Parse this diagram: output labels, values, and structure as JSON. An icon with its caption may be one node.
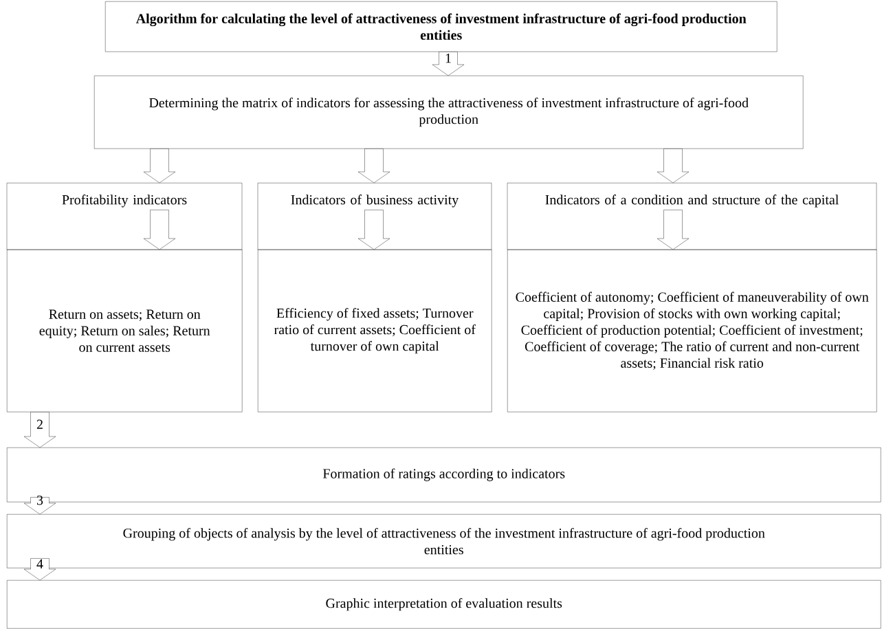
{
  "diagram": {
    "nodes": [
      {
        "text": [
          "Algorithm for calculating the level of attractiveness of investment infrastructure of agri-food production entities"
        ]
      },
      {
        "text": [
          "Determining the matrix of indicators for assessing the attractiveness of investment infrastructure of agri-food production"
        ]
      },
      {
        "text": [
          "Profitability indicators"
        ]
      },
      {
        "text": [
          "Indicators of business activity"
        ]
      },
      {
        "text": [
          "Indicators of a condition and structure of the capital"
        ]
      },
      {
        "text": [
          "Return on assets; Return on equity; Return on sales; Return on current assets"
        ]
      },
      {
        "text": [
          "Efficiency of fixed assets; Turnover ratio of current assets; Coefficient of turnover of own capital"
        ]
      },
      {
        "text": [
          "Coefficient of autonomy; Coefficient of maneuverability of own capital; Provision of stocks with own working capital; Coefficient of production potential; Coefficient of investment; Coefficient of coverage; The ratio of current and non-current assets; Financial risk ratio"
        ]
      },
      {
        "text": [
          "Formation of ratings according to indicators"
        ]
      },
      {
        "text": [
          "Grouping of objects of analysis by the level of attractiveness of the investment infrastructure of agri-food production entities"
        ]
      },
      {
        "text": [
          "Graphic interpretation of evaluation results"
        ]
      }
    ],
    "edges": [
      {
        "from": 0,
        "to": 1,
        "arrow": "to",
        "label": "1"
      },
      {
        "from": 1,
        "to": 2,
        "arrow": "to"
      },
      {
        "from": 1,
        "to": 3,
        "arrow": "to"
      },
      {
        "from": 1,
        "to": 4,
        "arrow": "to"
      },
      {
        "from": 2,
        "to": 5,
        "arrow": "to"
      },
      {
        "from": 3,
        "to": 6,
        "arrow": "to"
      },
      {
        "from": 4,
        "to": 7,
        "arrow": "to"
      },
      {
        "from": 5,
        "to": 8,
        "arrow": "to",
        "label": "2"
      },
      {
        "from": 8,
        "to": 9,
        "arrow": "to",
        "label": "3"
      },
      {
        "from": 9,
        "to": 10,
        "arrow": "to",
        "label": "4"
      }
    ]
  }
}
